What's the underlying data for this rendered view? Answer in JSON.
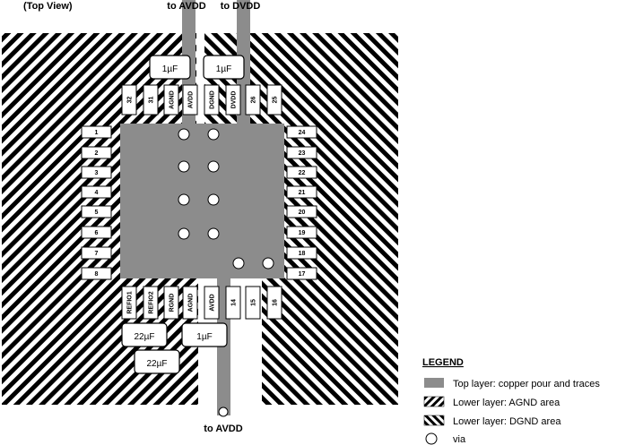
{
  "view_label": "(Top View)",
  "top_labels": {
    "avdd": "to AVDD",
    "dvdd": "to DVDD"
  },
  "bottom_label": "to AVDD",
  "capacitors": {
    "top_avdd": "1µF",
    "top_dvdd": "1µF",
    "bottom_avdd": "1µF",
    "refio1": "22µF",
    "refio2": "22µF"
  },
  "top_pins": [
    "32",
    "31",
    "AGND",
    "AVDD",
    "DGND",
    "DVDD",
    "26",
    "25"
  ],
  "left_pins": [
    "1",
    "2",
    "3",
    "4",
    "5",
    "6",
    "7",
    "8"
  ],
  "right_pins": [
    "24",
    "23",
    "22",
    "21",
    "20",
    "19",
    "18",
    "17"
  ],
  "bottom_pins": [
    "REFIO1",
    "REFIO2",
    "RGND",
    "AGND",
    "AVDD",
    "14",
    "15",
    "16"
  ],
  "legend": {
    "title": "LEGEND",
    "items": [
      {
        "text": "Top layer: copper pour and traces",
        "swatch": "copper"
      },
      {
        "text": "Lower layer: AGND area",
        "swatch": "agnd"
      },
      {
        "text": "Lower layer: DGND area",
        "swatch": "dgnd"
      },
      {
        "text": "via",
        "swatch": "via"
      }
    ]
  },
  "colors": {
    "copper": "#8c8c8c",
    "stripe": "#000000",
    "background": "#ffffff"
  }
}
